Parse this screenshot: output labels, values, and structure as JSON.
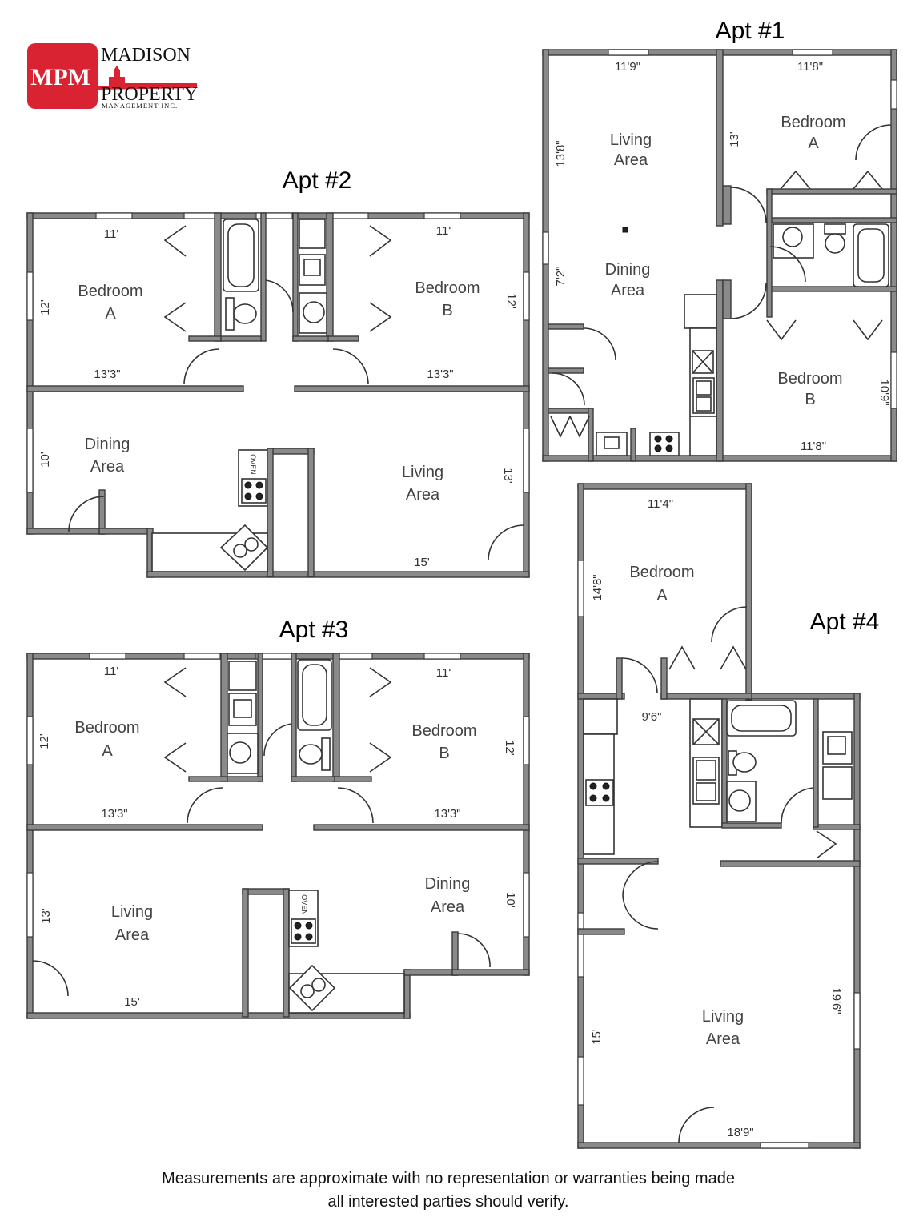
{
  "logo": {
    "mark": "MPM",
    "line1": "MADISON",
    "line2": "PROPERTY",
    "line3": "MANAGEMENT INC.",
    "color": "#d92232"
  },
  "apartments": {
    "apt1": {
      "title": "Apt #1",
      "rooms": {
        "living": [
          "Living",
          "Area"
        ],
        "dining": [
          "Dining",
          "Area"
        ],
        "bedroom_a": [
          "Bedroom",
          "A"
        ],
        "bedroom_b": [
          "Bedroom",
          "B"
        ]
      },
      "dims": {
        "living_w": "11'9\"",
        "living_h": "13'8\"",
        "dining_h": "7'2\"",
        "bed_a_w": "11'8\"",
        "bed_a_h": "13'",
        "bed_b_w": "11'8\"",
        "bed_b_h": "10'9\""
      }
    },
    "apt2": {
      "title": "Apt #2",
      "rooms": {
        "bedroom_a": [
          "Bedroom",
          "A"
        ],
        "bedroom_b": [
          "Bedroom",
          "B"
        ],
        "dining": [
          "Dining",
          "Area"
        ],
        "living": [
          "Living",
          "Area"
        ]
      },
      "dims": {
        "bed_a_top": "11'",
        "bed_a_side": "12'",
        "bed_a_bottom": "13'3\"",
        "bed_b_top": "11'",
        "bed_b_side": "12'",
        "bed_b_bottom": "13'3\"",
        "dining_h": "10'",
        "living_h": "13'",
        "living_w": "15'"
      },
      "oven_label": "OVEN"
    },
    "apt3": {
      "title": "Apt #3",
      "rooms": {
        "bedroom_a": [
          "Bedroom",
          "A"
        ],
        "bedroom_b": [
          "Bedroom",
          "B"
        ],
        "living": [
          "Living",
          "Area"
        ],
        "dining": [
          "Dining",
          "Area"
        ]
      },
      "dims": {
        "bed_a_top": "11'",
        "bed_a_side": "12'",
        "bed_a_bottom": "13'3\"",
        "bed_b_top": "11'",
        "bed_b_side": "12'",
        "bed_b_bottom": "13'3\"",
        "living_h": "13'",
        "living_w": "15'",
        "dining_h": "10'"
      },
      "oven_label": "OVEN"
    },
    "apt4": {
      "title": "Apt #4",
      "rooms": {
        "bedroom_a": [
          "Bedroom",
          "A"
        ],
        "living": [
          "Living",
          "Area"
        ]
      },
      "dims": {
        "bed_a_w": "11'4\"",
        "bed_a_h": "14'8\"",
        "hall_w": "9'6\"",
        "living_h_left": "15'",
        "living_h_right": "19'6\"",
        "living_w": "18'9\""
      }
    }
  },
  "footer": {
    "line1": "Measurements are approximate with no representation or warranties being made",
    "line2": "all interested parties should verify."
  }
}
